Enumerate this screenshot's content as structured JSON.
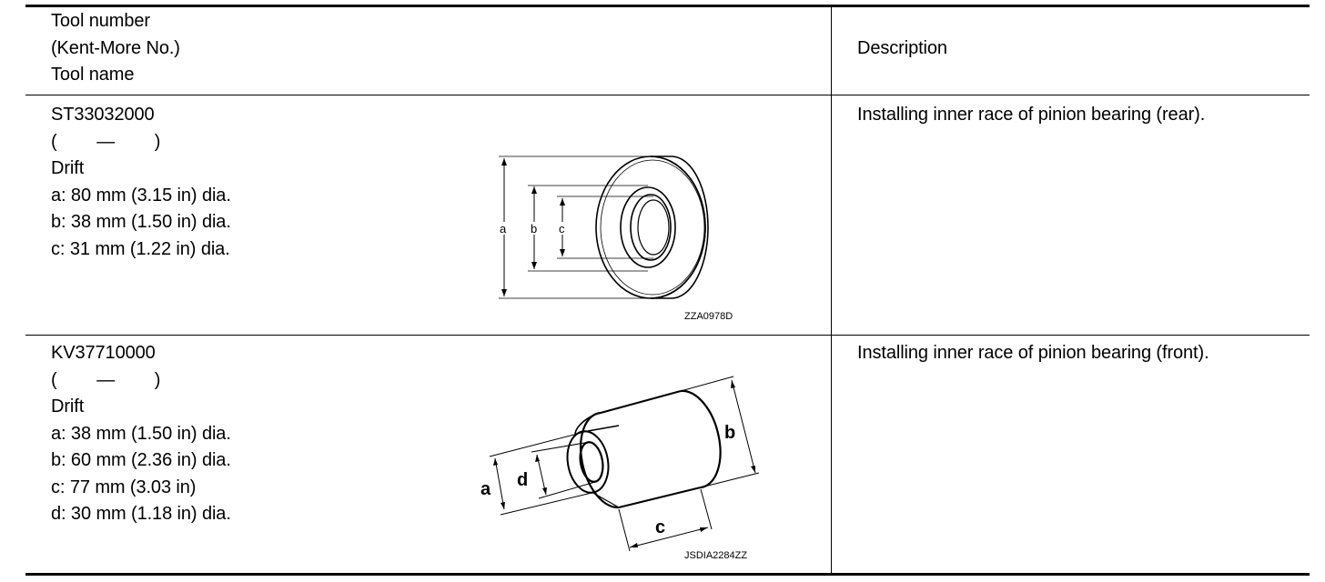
{
  "header": {
    "tool_col_lines": [
      "Tool number",
      "(Kent-More No.)",
      "Tool name"
    ],
    "description_label": "Description"
  },
  "rows": [
    {
      "tool_number": "ST33032000",
      "kent_more": "(        —        )",
      "tool_name": "Drift",
      "specs": [
        "a: 80 mm (3.15 in) dia.",
        "b: 38 mm (1.50 in) dia.",
        "c: 31 mm (1.22 in) dia."
      ],
      "description": "Installing inner race of pinion bearing (rear).",
      "figure": {
        "code": "ZZA0978D",
        "labels": [
          "a",
          "b",
          "c"
        ]
      }
    },
    {
      "tool_number": "KV37710000",
      "kent_more": "(        —        )",
      "tool_name": "Drift",
      "specs": [
        "a: 38 mm (1.50 in) dia.",
        "b: 60 mm (2.36 in) dia.",
        "c: 77 mm (3.03 in)",
        "d: 30 mm (1.18 in) dia."
      ],
      "description": "Installing inner race of  pinion bearing (front).",
      "figure": {
        "code": "JSDIA2284ZZ",
        "labels": [
          "a",
          "b",
          "c",
          "d"
        ]
      }
    }
  ]
}
